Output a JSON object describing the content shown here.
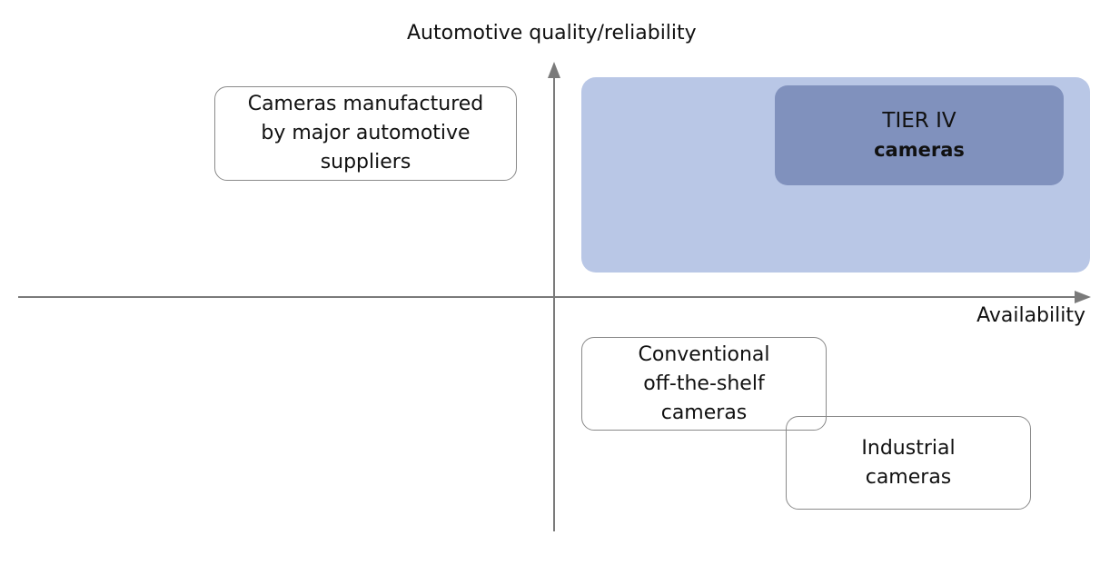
{
  "axes": {
    "y_label": "Automotive quality/reliability",
    "x_label": "Availability"
  },
  "colors": {
    "axis": "#7a7a7a",
    "highlight_region": "#b9c7e6",
    "tier4_box": "#8091bd",
    "box_border": "#8a8a8a"
  },
  "boxes": {
    "major_suppliers": {
      "lines": [
        "Cameras manufactured",
        "by major automotive",
        "suppliers"
      ]
    },
    "tier4": {
      "line1": "TIER IV",
      "line2": "cameras"
    },
    "conventional": {
      "lines": [
        "Conventional",
        "off-the-shelf",
        "cameras"
      ]
    },
    "industrial": {
      "lines": [
        "Industrial",
        "cameras"
      ]
    }
  }
}
